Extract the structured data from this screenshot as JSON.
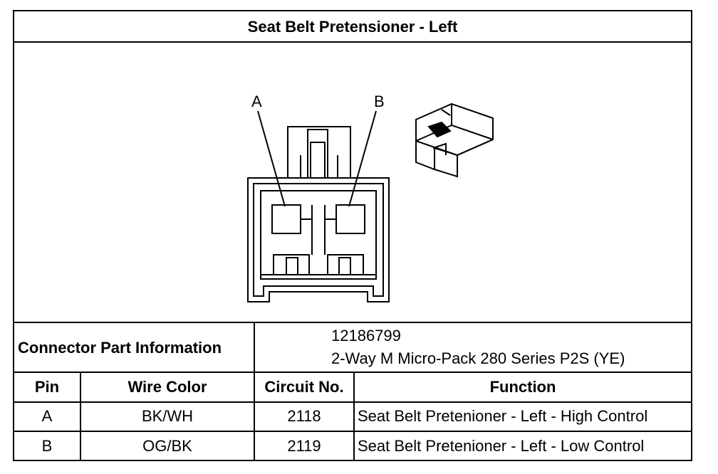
{
  "title": "Seat Belt Pretensioner - Left",
  "diagram": {
    "pin_label_a": "A",
    "pin_label_b": "B"
  },
  "connector_info": {
    "label": "Connector Part Information",
    "part_number": "12186799",
    "description": "2-Way M Micro-Pack 280 Series P2S (YE)"
  },
  "table": {
    "headers": {
      "pin": "Pin",
      "wire_color": "Wire Color",
      "circuit": "Circuit No.",
      "function": "Function"
    },
    "rows": [
      {
        "pin": "A",
        "wire_color": "BK/WH",
        "circuit": "2118",
        "function": "Seat Belt Pretenioner - Left - High Control"
      },
      {
        "pin": "B",
        "wire_color": "OG/BK",
        "circuit": "2119",
        "function": "Seat Belt Pretenioner - Left - Low Control"
      }
    ]
  }
}
